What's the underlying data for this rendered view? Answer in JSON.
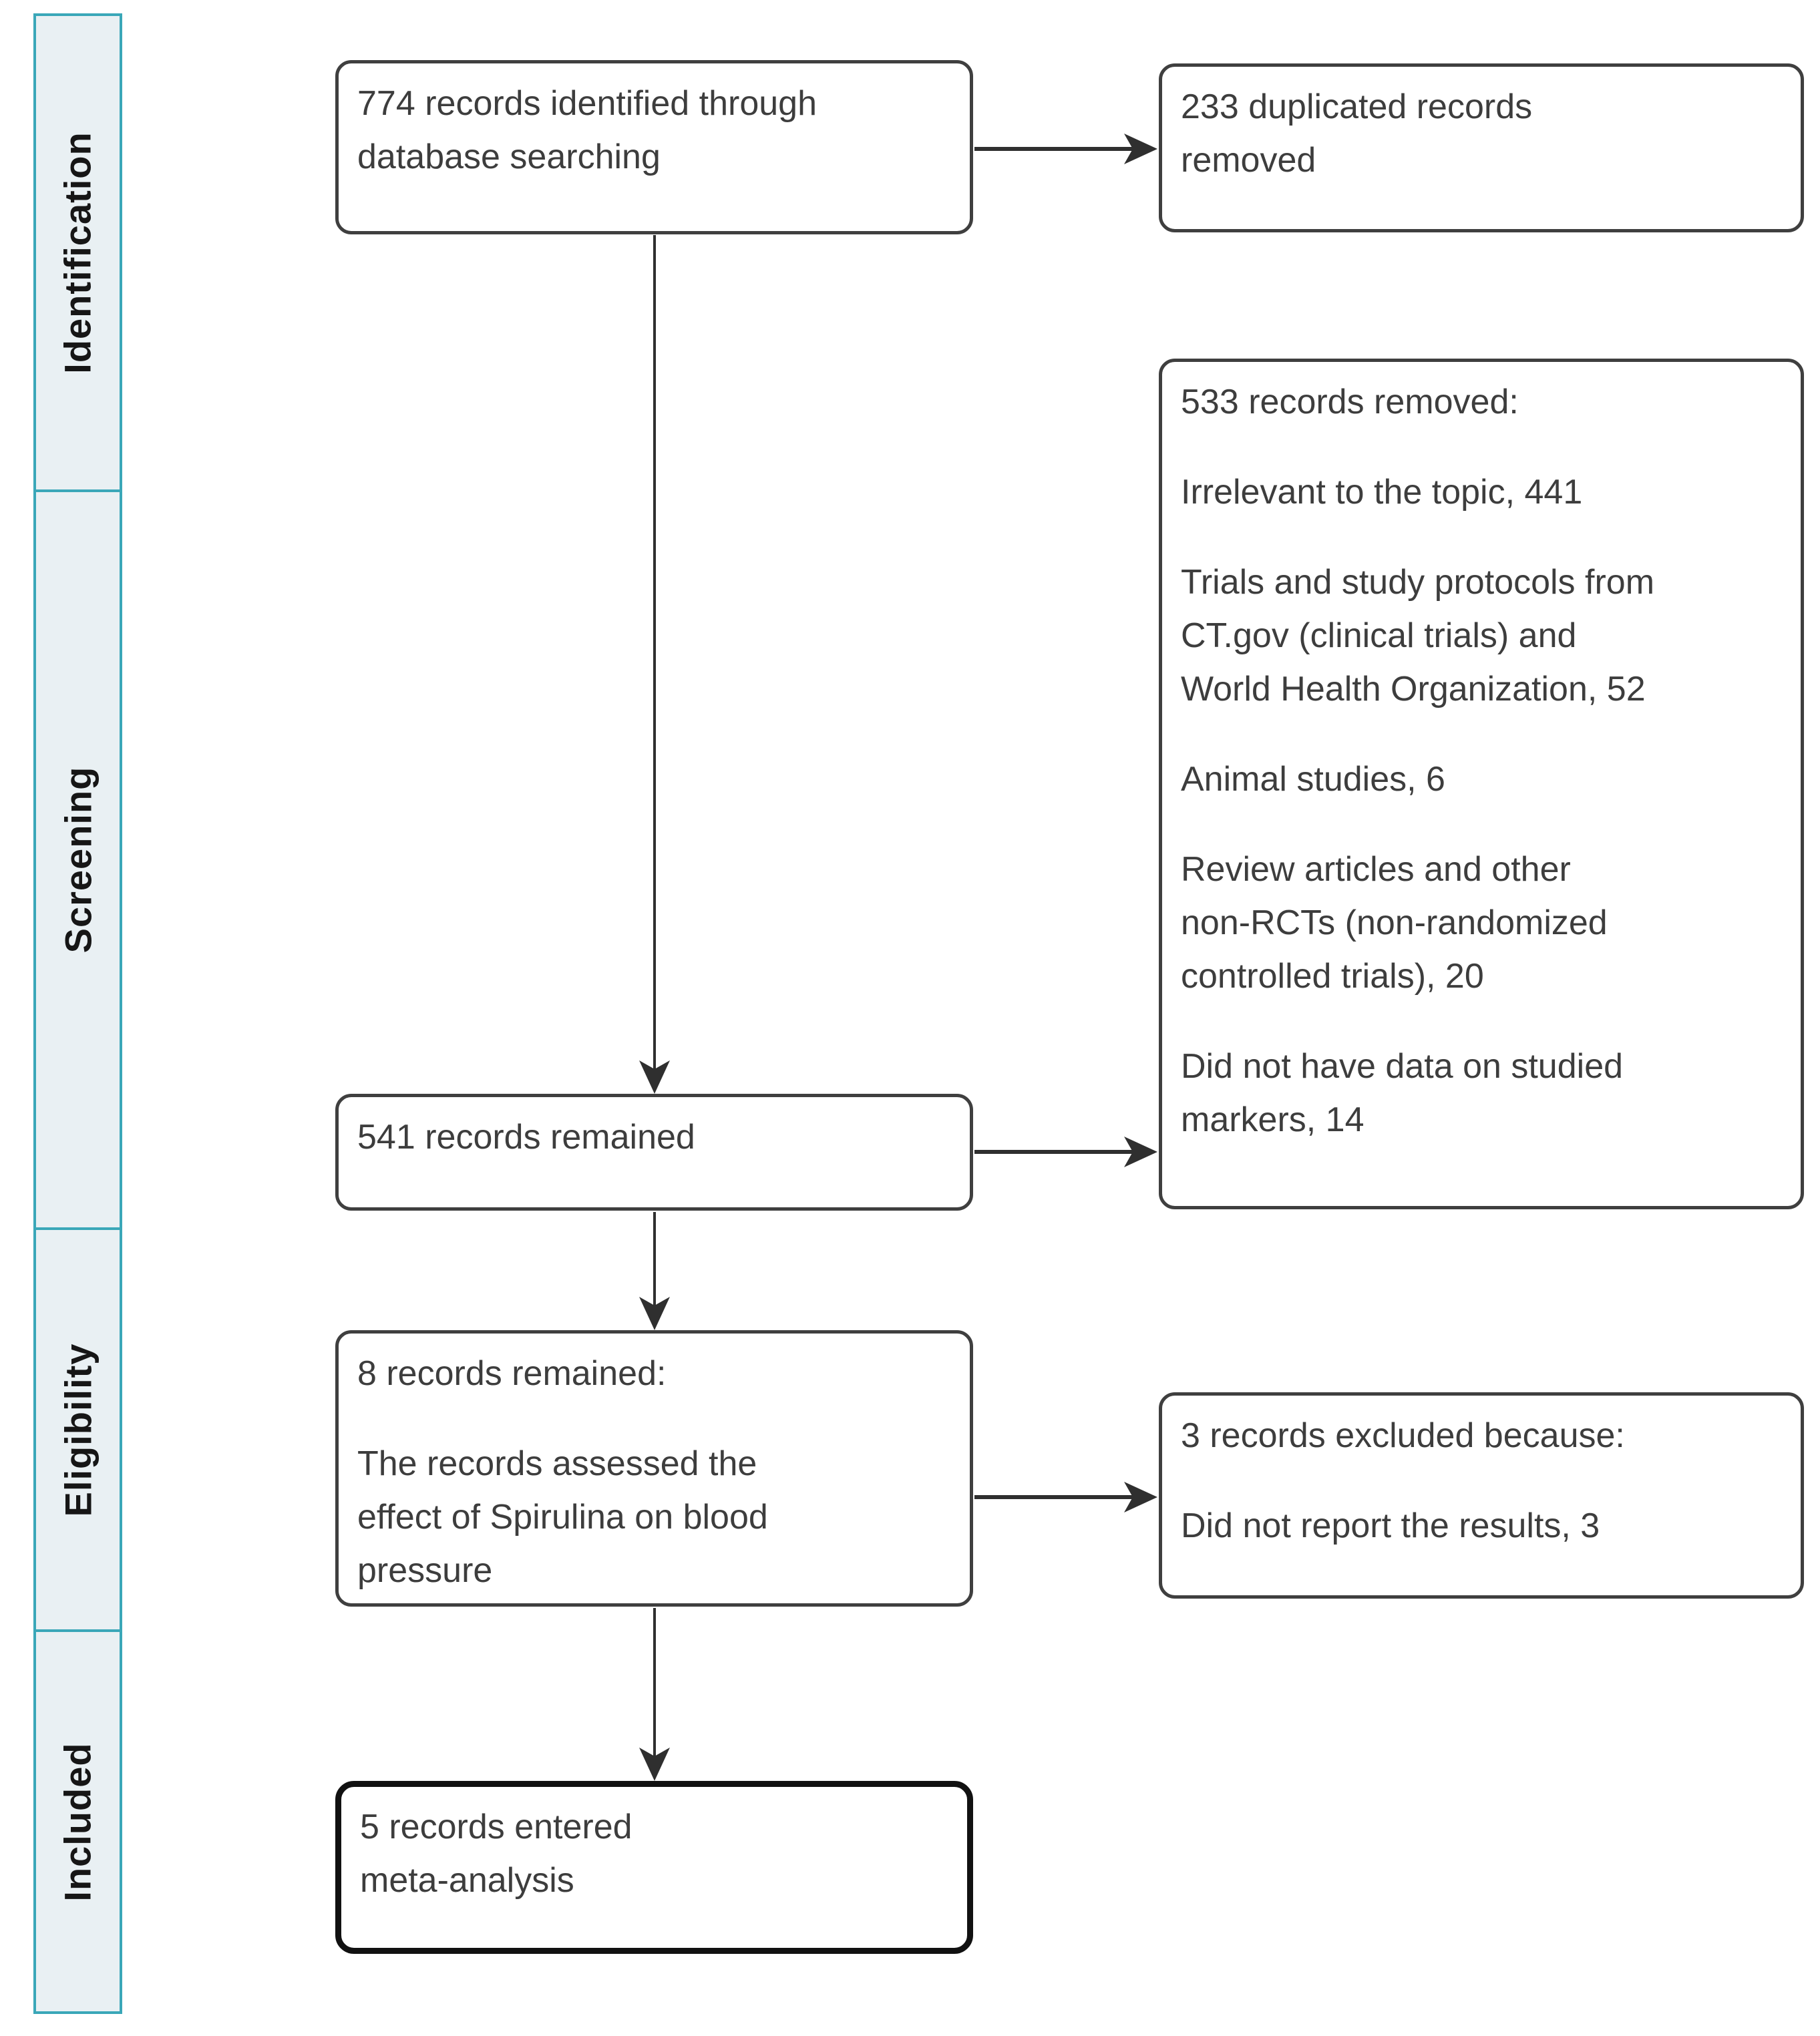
{
  "stages": [
    {
      "label": "Identification"
    },
    {
      "label": "Screening"
    },
    {
      "label": "Eligibility"
    },
    {
      "label": "Included"
    }
  ],
  "boxes": {
    "identified": {
      "lines": [
        "774 records identified through",
        "database searching"
      ]
    },
    "duplicates_removed": {
      "lines": [
        "233 duplicated records",
        "removed"
      ]
    },
    "records_removed": {
      "paragraphs": [
        [
          "533 records removed:"
        ],
        [
          "Irrelevant to the topic, 441"
        ],
        [
          "Trials and study protocols from",
          "CT.gov (clinical trials) and",
          "World Health Organization, 52"
        ],
        [
          "Animal studies, 6"
        ],
        [
          "Review articles and other",
          "non-RCTs (non-randomized",
          "controlled trials), 20"
        ],
        [
          "Did not have data on studied",
          "markers, 14"
        ]
      ]
    },
    "records_remained": {
      "lines": [
        "541 records remained"
      ]
    },
    "records_eligible": {
      "paragraphs": [
        [
          "8 records remained:"
        ],
        [
          "The records assessed the",
          "effect of Spirulina on blood",
          "pressure"
        ]
      ]
    },
    "records_excluded": {
      "paragraphs": [
        [
          "3 records excluded because:"
        ],
        [
          "Did not report the results, 3"
        ]
      ]
    },
    "records_included": {
      "lines": [
        "5 records entered",
        "meta-analysis"
      ]
    }
  },
  "colors": {
    "background": "#ffffff",
    "stage_fill": "#e9f0f3",
    "stage_border": "#3aa7b8",
    "box_border": "#3f3f3f",
    "bold_box_border": "#111111",
    "text": "#3d3d3d",
    "arrow": "#2f2f2f"
  }
}
